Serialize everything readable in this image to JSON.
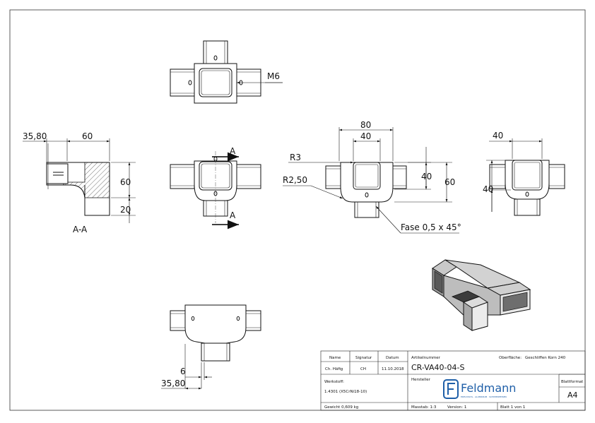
{
  "dimensions": {
    "top_thread": "M6",
    "section_width": "60",
    "section_offset": "35,80",
    "section_height": "60",
    "section_leg": "20",
    "section_label": "A-A",
    "cut_label_top": "A",
    "cut_label_bottom": "A",
    "front_overall": "80",
    "front_inner": "40",
    "front_height_inner": "40",
    "front_height_outer": "60",
    "radius_outer": "R3",
    "radius_inner": "R2,50",
    "chamfer": "Fase 0,5 x 45°",
    "side_width": "40",
    "side_height": "40",
    "bottom_slot": "6",
    "bottom_offset": "35,80"
  },
  "title_block": {
    "col_name": "Name",
    "col_signatur": "Signatur",
    "col_datum": "Datum",
    "name_value": "Ch. Häfig",
    "signatur_value": "CH",
    "datum_value": "11.10.2018",
    "artikel_label": "Artikelnummer",
    "artikel_value": "CR-VA40-04-S",
    "oberflaeche_label": "Oberfläche:",
    "oberflaeche_value": "Geschliffen Korn 240",
    "werkstoff_label": "Werkstoff:",
    "werkstoff_value": "1.4301 (X5CrNi18-10)",
    "hersteller_label": "Hersteller",
    "brand_name": "Feldmann",
    "brand_tagline": "EDELSTAHL · ALUMINIUM · SCHMIEDEEISEN",
    "blattformat_label": "Blattformat",
    "blattformat_value": "A4",
    "gewicht": "Gewicht 0,609 kg",
    "massstab": "Masstab: 1:3",
    "version": "Version: 1",
    "blatt": "Blatt 1 von 1"
  }
}
